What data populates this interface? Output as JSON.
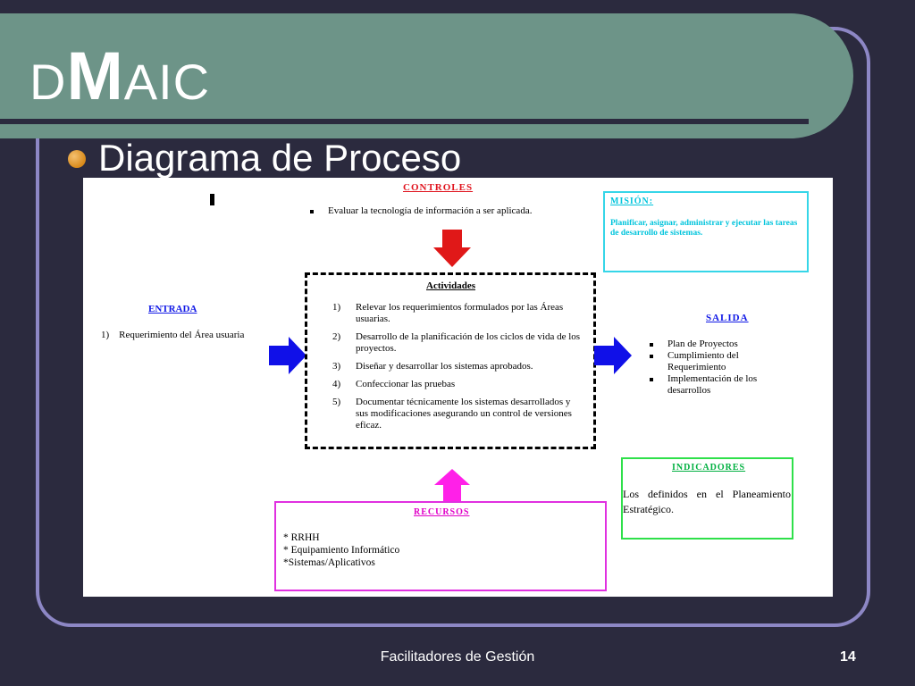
{
  "slide": {
    "title_prefix": "D",
    "title_highlight": "M",
    "title_suffix": "AIC",
    "subtitle": "Diagrama de Proceso",
    "footer": "Facilitadores de Gestión",
    "page_number": "14"
  },
  "diagram": {
    "controles": {
      "header": "CONTROLES",
      "items": [
        "Evaluar la tecnología de información a ser aplicada."
      ]
    },
    "mision": {
      "header": "MISIÓN:",
      "text": "Planificar, asignar, administrar y ejecutar las tareas de desarrollo de sistemas."
    },
    "entrada": {
      "header": "ENTRADA",
      "items": [
        {
          "num": "1)",
          "text": "Requerimiento del Área usuaria"
        }
      ]
    },
    "actividades": {
      "header": "Actividades",
      "items": [
        {
          "num": "1)",
          "text": "Relevar los requerimientos formulados por las Áreas usuarias."
        },
        {
          "num": "2)",
          "text": "Desarrollo de la planificación de los ciclos de vida de los proyectos."
        },
        {
          "num": "3)",
          "text": "Diseñar y desarrollar los sistemas aprobados."
        },
        {
          "num": "4)",
          "text": "Confeccionar las pruebas"
        },
        {
          "num": "5)",
          "text": "Documentar técnicamente los sistemas desarrollados y sus modificaciones asegurando un control de versiones eficaz."
        }
      ]
    },
    "salida": {
      "header": "SALIDA",
      "items": [
        "Plan de Proyectos",
        "Cumplimiento del Requerimiento",
        "Implementación de los desarrollos"
      ]
    },
    "indicadores": {
      "header": "INDICADORES",
      "text": "Los definidos en el Planeamiento Estratégico."
    },
    "recursos": {
      "header": "RECURSOS",
      "items": [
        "* RRHH",
        "* Equipamiento Informático",
        "*Sistemas/Aplicativos"
      ]
    }
  },
  "colors": {
    "background": "#2b2a3e",
    "title_band": "#6d9488",
    "frame": "#8d87c5",
    "arrow_blue": "#1010e8",
    "arrow_red": "#e01818",
    "arrow_magenta": "#ff20e8"
  }
}
